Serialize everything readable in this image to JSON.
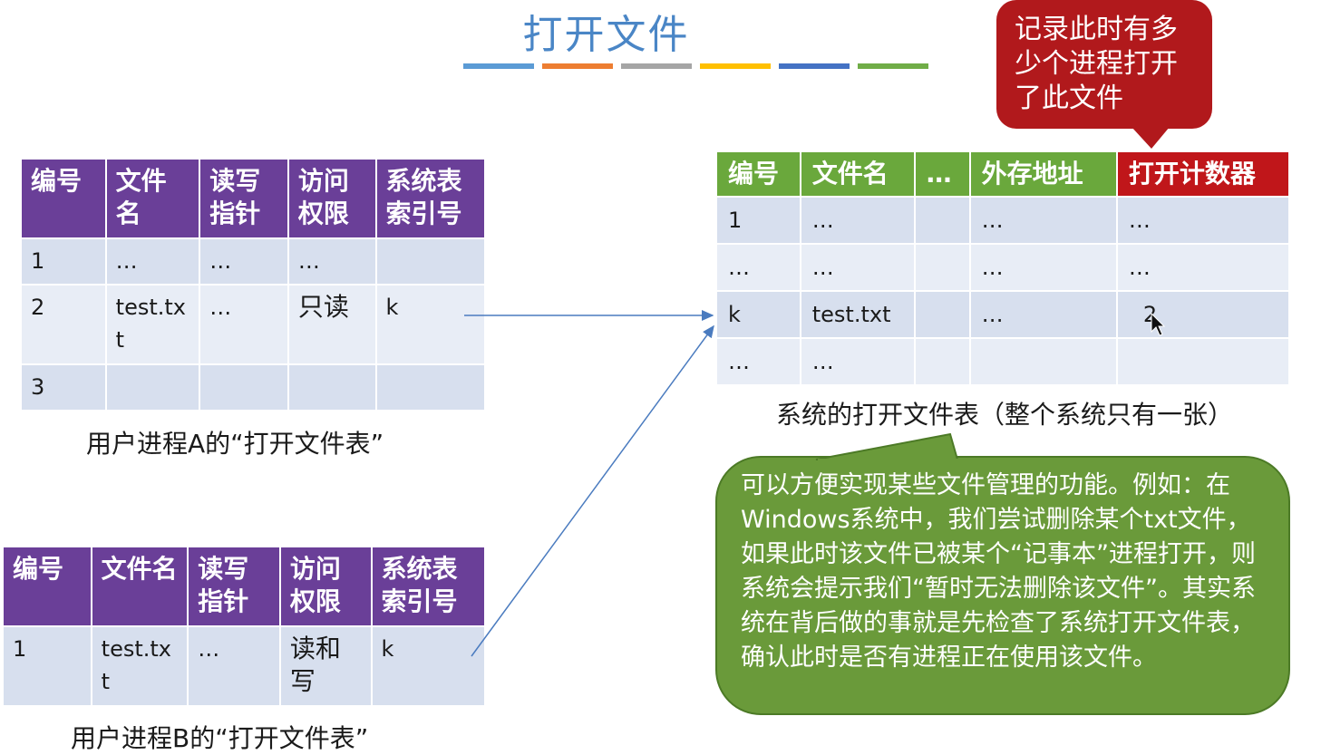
{
  "title": "打开文件",
  "bar_colors": [
    "#5b9bd5",
    "#ed7d31",
    "#a5a5a5",
    "#ffc000",
    "#4472c4",
    "#70ad47"
  ],
  "table_a": {
    "headers": [
      "编号",
      "文件名",
      "读写指针",
      "访问权限",
      "系统表索引号"
    ],
    "rows": [
      [
        "1",
        "…",
        "…",
        "…",
        ""
      ],
      [
        "2",
        "test.txt",
        "…",
        "只读",
        "k"
      ],
      [
        "3",
        "",
        "",
        "",
        ""
      ]
    ],
    "caption": "用户进程A的“打开文件表”"
  },
  "table_b": {
    "headers": [
      "编号",
      "文件名",
      "读写指针",
      "访问权限",
      "系统表索引号"
    ],
    "rows": [
      [
        "1",
        "test.txt",
        "…",
        "读和写",
        "k"
      ]
    ],
    "caption": "用户进程B的“打开文件表”"
  },
  "system_table": {
    "headers": [
      "编号",
      "文件名",
      "…",
      "外存地址",
      "打开计数器"
    ],
    "rows": [
      [
        "1",
        "…",
        "",
        "…",
        "…"
      ],
      [
        "…",
        "…",
        "",
        "…",
        "…"
      ],
      [
        "k",
        "test.txt",
        "",
        "…",
        "2"
      ],
      [
        "…",
        "…",
        "",
        "",
        ""
      ]
    ],
    "caption": "系统的打开文件表（整个系统只有一张）"
  },
  "callout_red": "记录此时有多少个进程打开了此文件",
  "callout_green": "可以方便实现某些文件管理的功能。例如：在Windows系统中，我们尝试删除某个txt文件，如果此时该文件已被某个“记事本”进程打开，则系统会提示我们“暂时无法删除该文件”。其实系统在背后做的事就是先检查了系统打开文件表，确认此时是否有进程正在使用该文件。"
}
